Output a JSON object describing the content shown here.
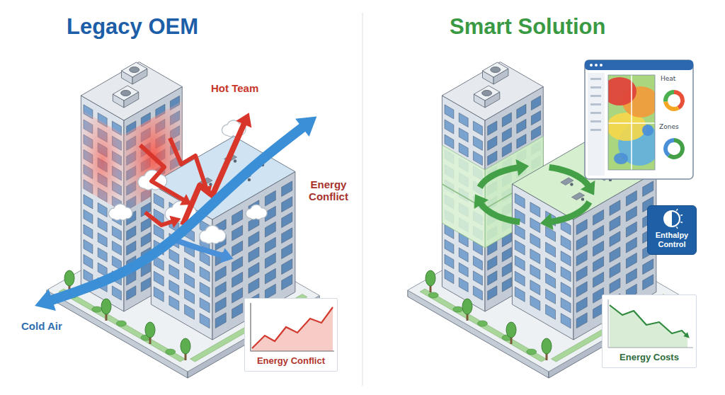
{
  "diagram": {
    "nodes": [
      {
        "text": [
          "Energy Conflict"
        ]
      },
      {
        "text": [
          "Heat",
          "Zones"
        ]
      },
      {
        "text": [
          "Enthalpy Control"
        ]
      },
      {
        "text": [
          "Energy Costs"
        ]
      }
    ],
    "labels": [
      "Legacy OEM",
      "Smart Solution",
      "Hot Team",
      "Energy Conflict",
      "Cold Air"
    ]
  }
}
